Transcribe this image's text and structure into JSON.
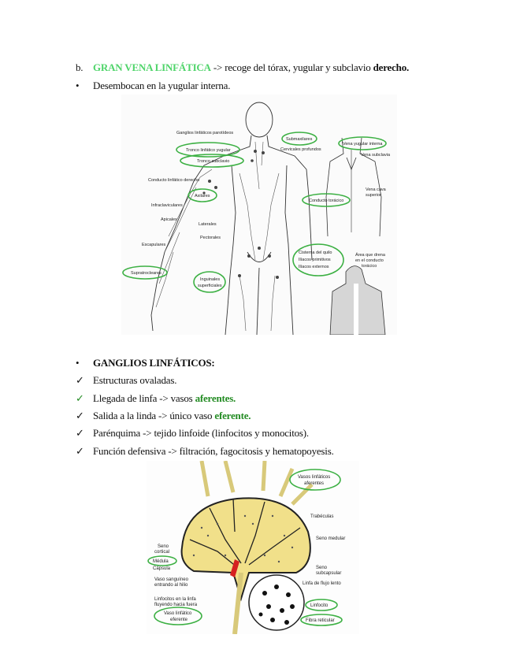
{
  "section_b": {
    "marker": "b.",
    "highlight": "GRAN VENA LINFÁTICA",
    "middle": " -> recoge del tórax, yugular y subclavio ",
    "bold_end": "derecho."
  },
  "bullet_1": "Desembocan en la yugular interna.",
  "figure_1": {
    "labels": {
      "parotid": "Ganglios linfáticos parotídeos",
      "jugular_trunk": "Tronco linfático yugular",
      "subclavian_trunk": "Tronco subclavio",
      "right_duct": "Conducto linfático derecho",
      "axillary": "Axilares",
      "infraclavicular": "Infraclaviculares",
      "apical": "Apicales",
      "lateral": "Laterales",
      "pectoral": "Pectorales",
      "scapular": "Escapulares",
      "supratrochlear": "Supratrocleares",
      "inguinal_1": "Inguinales",
      "inguinal_2": "superficiales",
      "submaxillary": "Submaxilares",
      "deep_cervical": "Cervicales profundos",
      "internal_jugular": "Vena yugular interna",
      "subclavian_vein": "Vena subclavia",
      "thoracic_duct": "Conducto torácico",
      "vena_cava_1": "Vena cava",
      "vena_cava_2": "superior",
      "cisterna": "Cisterna del quilo",
      "iliac_primitive": "Ilíacos primitivos",
      "iliac_external": "Ilíacos externos",
      "drain_area_1": "Área que drena",
      "drain_area_2": "en el conducto",
      "drain_area_3": "torácico"
    }
  },
  "section_ganglios": {
    "marker": "•",
    "title": "GANGLIOS LINFÁTICOS:"
  },
  "checks": [
    {
      "mark": "✓",
      "text": "Estructuras ovaladas.",
      "emph": "",
      "tail": ""
    },
    {
      "mark": "✓",
      "text": "Llegada de linfa -> vasos ",
      "emph": "aferentes.",
      "tail": ""
    },
    {
      "mark": "✓",
      "text": "Salida a la linda -> único vaso ",
      "emph": "eferente.",
      "tail": ""
    },
    {
      "mark": "✓",
      "text": "Parénquima -> tejido linfoide (linfocitos y monocitos).",
      "emph": "",
      "tail": ""
    },
    {
      "mark": "✓",
      "text": "Función defensiva -> filtración, fagocitosis y hematopoyesis.",
      "emph": "",
      "tail": ""
    }
  ],
  "figure_2": {
    "labels": {
      "afferent_1": "Vasos linfáticos",
      "afferent_2": "aferentes",
      "trabeculae": "Trabéculas",
      "medullary_sinus": "Seno medular",
      "cortical_sinus_1": "Seno",
      "cortical_sinus_2": "cortical",
      "medulla": "Médula",
      "capsule": "Cápsula",
      "subcapsular_1": "Seno",
      "subcapsular_2": "subcapsular",
      "blood_vessel_1": "Vaso sanguíneo",
      "blood_vessel_2": "entrando al hilio",
      "slow_lymph": "Linfa de flujo lento",
      "lymphocytes_1": "Linfocitos en la linfa",
      "lymphocytes_2": "fluyendo hacia fuera",
      "efferent_1": "Vaso linfático",
      "efferent_2": "eferente",
      "lymphocyte": "Linfocito",
      "reticular_fiber": "Fibra reticular"
    }
  }
}
